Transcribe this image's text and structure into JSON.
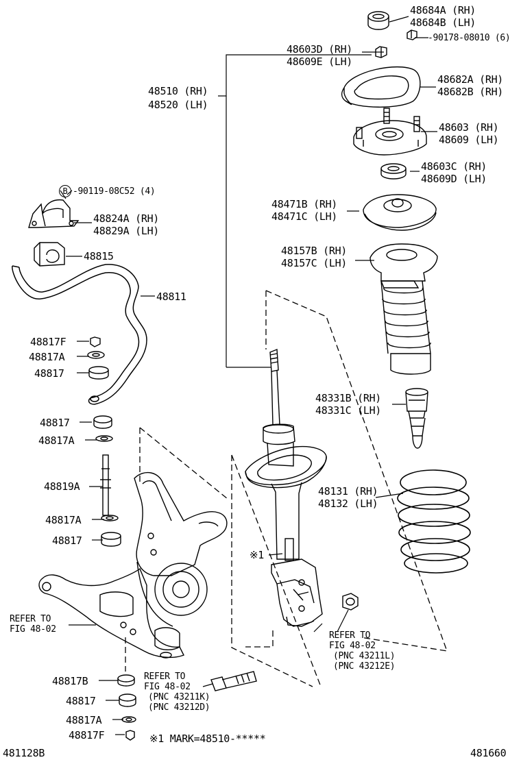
{
  "labels": {
    "p48684": [
      "48684A (RH)",
      "48684B (LH)"
    ],
    "p90178": "-90178-08010 (6)",
    "p48603d": [
      "48603D (RH)",
      "48609E (LH)"
    ],
    "p48682": [
      "48682A (RH)",
      "48682B (RH)"
    ],
    "p48510": [
      "48510 (RH)",
      "48520 (LH)"
    ],
    "p48603": [
      "48603 (RH)",
      "48609 (LH)"
    ],
    "p48603c": [
      "48603C (RH)",
      "48609D (LH)"
    ],
    "b_mark": "B",
    "p90119": "-90119-08C52 (4)",
    "p48824": [
      "48824A (RH)",
      "48829A (LH)"
    ],
    "p48471": [
      "48471B (RH)",
      "48471C (LH)"
    ],
    "p48815": "48815",
    "p48157": [
      "48157B (RH)",
      "48157C (LH)"
    ],
    "p48811": "48811",
    "p48817f_top": "48817F",
    "p48817a_top": "48817A",
    "p48817_top": "48817",
    "p48331": [
      "48331B (RH)",
      "48331C (LH)"
    ],
    "p48817_mid": "48817",
    "p48817a_mid": "48817A",
    "p48819a": "48819A",
    "p48131": [
      "48131 (RH)",
      "48132 (LH)"
    ],
    "p48817a_low": "48817A",
    "p48817_low": "48817",
    "mark1": "※1",
    "refer_left": [
      "REFER TO",
      "FIG 48-02"
    ],
    "refer_right": [
      "REFER TO",
      "FIG 48-02",
      "(PNC 43211L)",
      "(PNC 43212E)"
    ],
    "refer_mid": [
      "REFER TO",
      "FIG 48-02",
      "(PNC 43211K)",
      "(PNC 43212D)"
    ],
    "p48817b_bot": "48817B",
    "p48817_bot": "48817",
    "p48817a_bot": "48817A",
    "p48817f_bot": "48817F",
    "mark_note": "※1 MARK=48510-*****",
    "code_left": "481128B",
    "code_right": "481660"
  }
}
